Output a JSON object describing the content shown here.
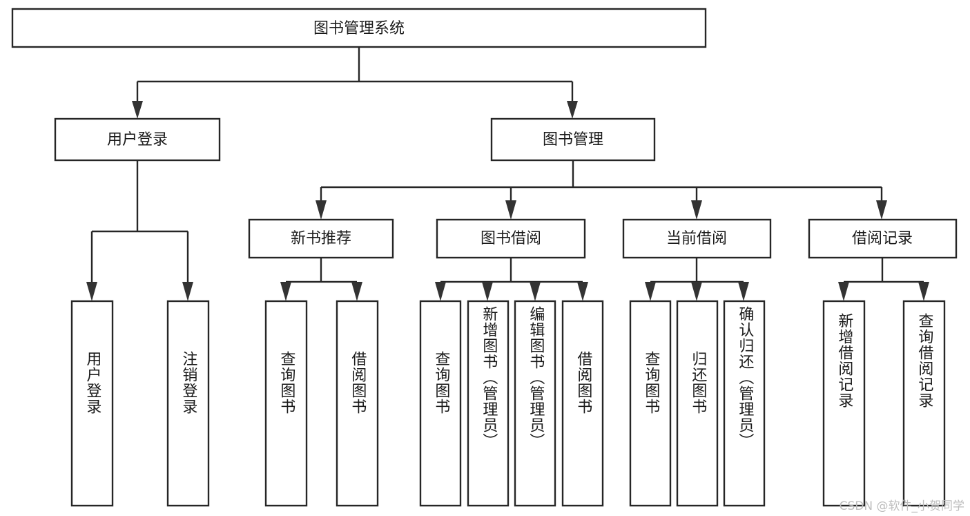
{
  "diagram": {
    "title": "图书管理系统",
    "type": "tree",
    "root": {
      "id": "root",
      "label": "图书管理系统"
    },
    "level1": [
      {
        "id": "user-login",
        "label": "用户登录"
      },
      {
        "id": "book-manage",
        "label": "图书管理"
      }
    ],
    "level2": [
      {
        "id": "new-book-recommend",
        "label": "新书推荐",
        "parent": "book-manage"
      },
      {
        "id": "book-borrow",
        "label": "图书借阅",
        "parent": "book-manage"
      },
      {
        "id": "current-borrow",
        "label": "当前借阅",
        "parent": "book-manage"
      },
      {
        "id": "borrow-record",
        "label": "借阅记录",
        "parent": "book-manage"
      }
    ],
    "leaves": {
      "user-login": [
        {
          "id": "leaf-user-login",
          "label": "用户登录"
        },
        {
          "id": "leaf-user-logout",
          "label": "注销登录"
        }
      ],
      "new-book-recommend": [
        {
          "id": "leaf-query-book-1",
          "label": "查询图书"
        },
        {
          "id": "leaf-borrow-book-1",
          "label": "借阅图书"
        }
      ],
      "book-borrow": [
        {
          "id": "leaf-query-book-2",
          "label": "查询图书"
        },
        {
          "id": "leaf-add-book",
          "label": "新增图书（管理员）"
        },
        {
          "id": "leaf-edit-book",
          "label": "编辑图书（管理员）"
        },
        {
          "id": "leaf-borrow-book-2",
          "label": "借阅图书"
        }
      ],
      "current-borrow": [
        {
          "id": "leaf-query-book-3",
          "label": "查询图书"
        },
        {
          "id": "leaf-return-book",
          "label": "归还图书"
        },
        {
          "id": "leaf-confirm-return",
          "label": "确认归还（管理员）"
        }
      ],
      "borrow-record": [
        {
          "id": "leaf-add-record",
          "label": "新增借阅记录"
        },
        {
          "id": "leaf-query-record",
          "label": "查询借阅记录"
        }
      ]
    },
    "colors": {
      "box_stroke": "#262626",
      "box_fill": "#ffffff",
      "connector": "#262626",
      "text": "#1a1a1a",
      "watermark": "#bdbdbd",
      "background": "#ffffff"
    }
  },
  "watermark": {
    "text": "CSDN @软件_小贺同学"
  }
}
